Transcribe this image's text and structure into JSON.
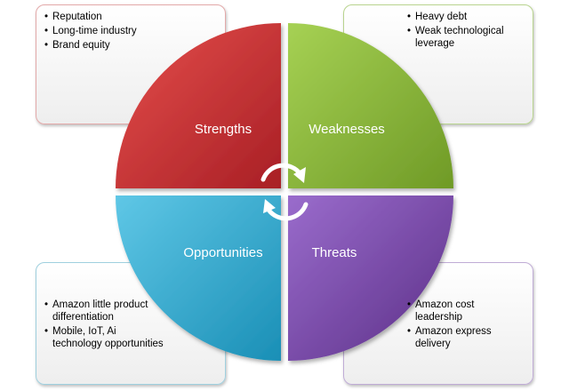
{
  "quadrants": {
    "strengths": {
      "label": "Strengths",
      "items": [
        "Reputation",
        "Long-time  industry",
        "Brand equity"
      ],
      "color": "#c0282e"
    },
    "weaknesses": {
      "label": "Weaknesses",
      "items": [
        "Heavy debt",
        "Weak technological leverage"
      ],
      "color": "#7eab2e"
    },
    "opportunities": {
      "label": "Opportunities",
      "items": [
        "Amazon little product differentiation",
        "Mobile, IoT, Ai technology opportunities"
      ],
      "color": "#1e9fc7"
    },
    "threats": {
      "label": "Threats",
      "items": [
        "Amazon cost leadership",
        "Amazon express delivery"
      ],
      "color": "#6a3c98"
    }
  },
  "icons": {
    "center": "cycle-arrows-icon"
  }
}
